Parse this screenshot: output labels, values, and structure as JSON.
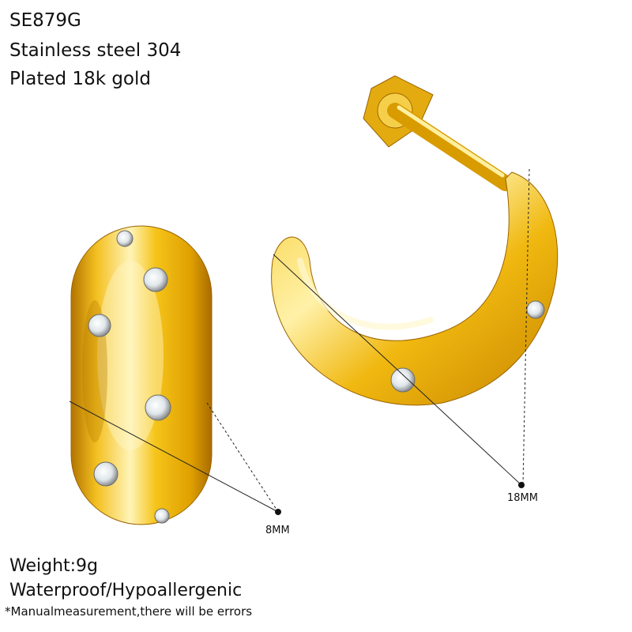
{
  "specs": {
    "model": "SE879G",
    "material": "Stainless steel 304",
    "plating": "Plated 18k gold"
  },
  "details": {
    "weight": "Weight:9g",
    "properties": "Waterproof/Hypoallergenic",
    "note": "*Manualmeasurement,there will be errors"
  },
  "dimensions": {
    "width_label": "8MM",
    "height_label": "18MM"
  },
  "colors": {
    "gold": "#e8a900",
    "gold_highlight": "#fff2b0",
    "gold_shadow": "#b27400"
  }
}
